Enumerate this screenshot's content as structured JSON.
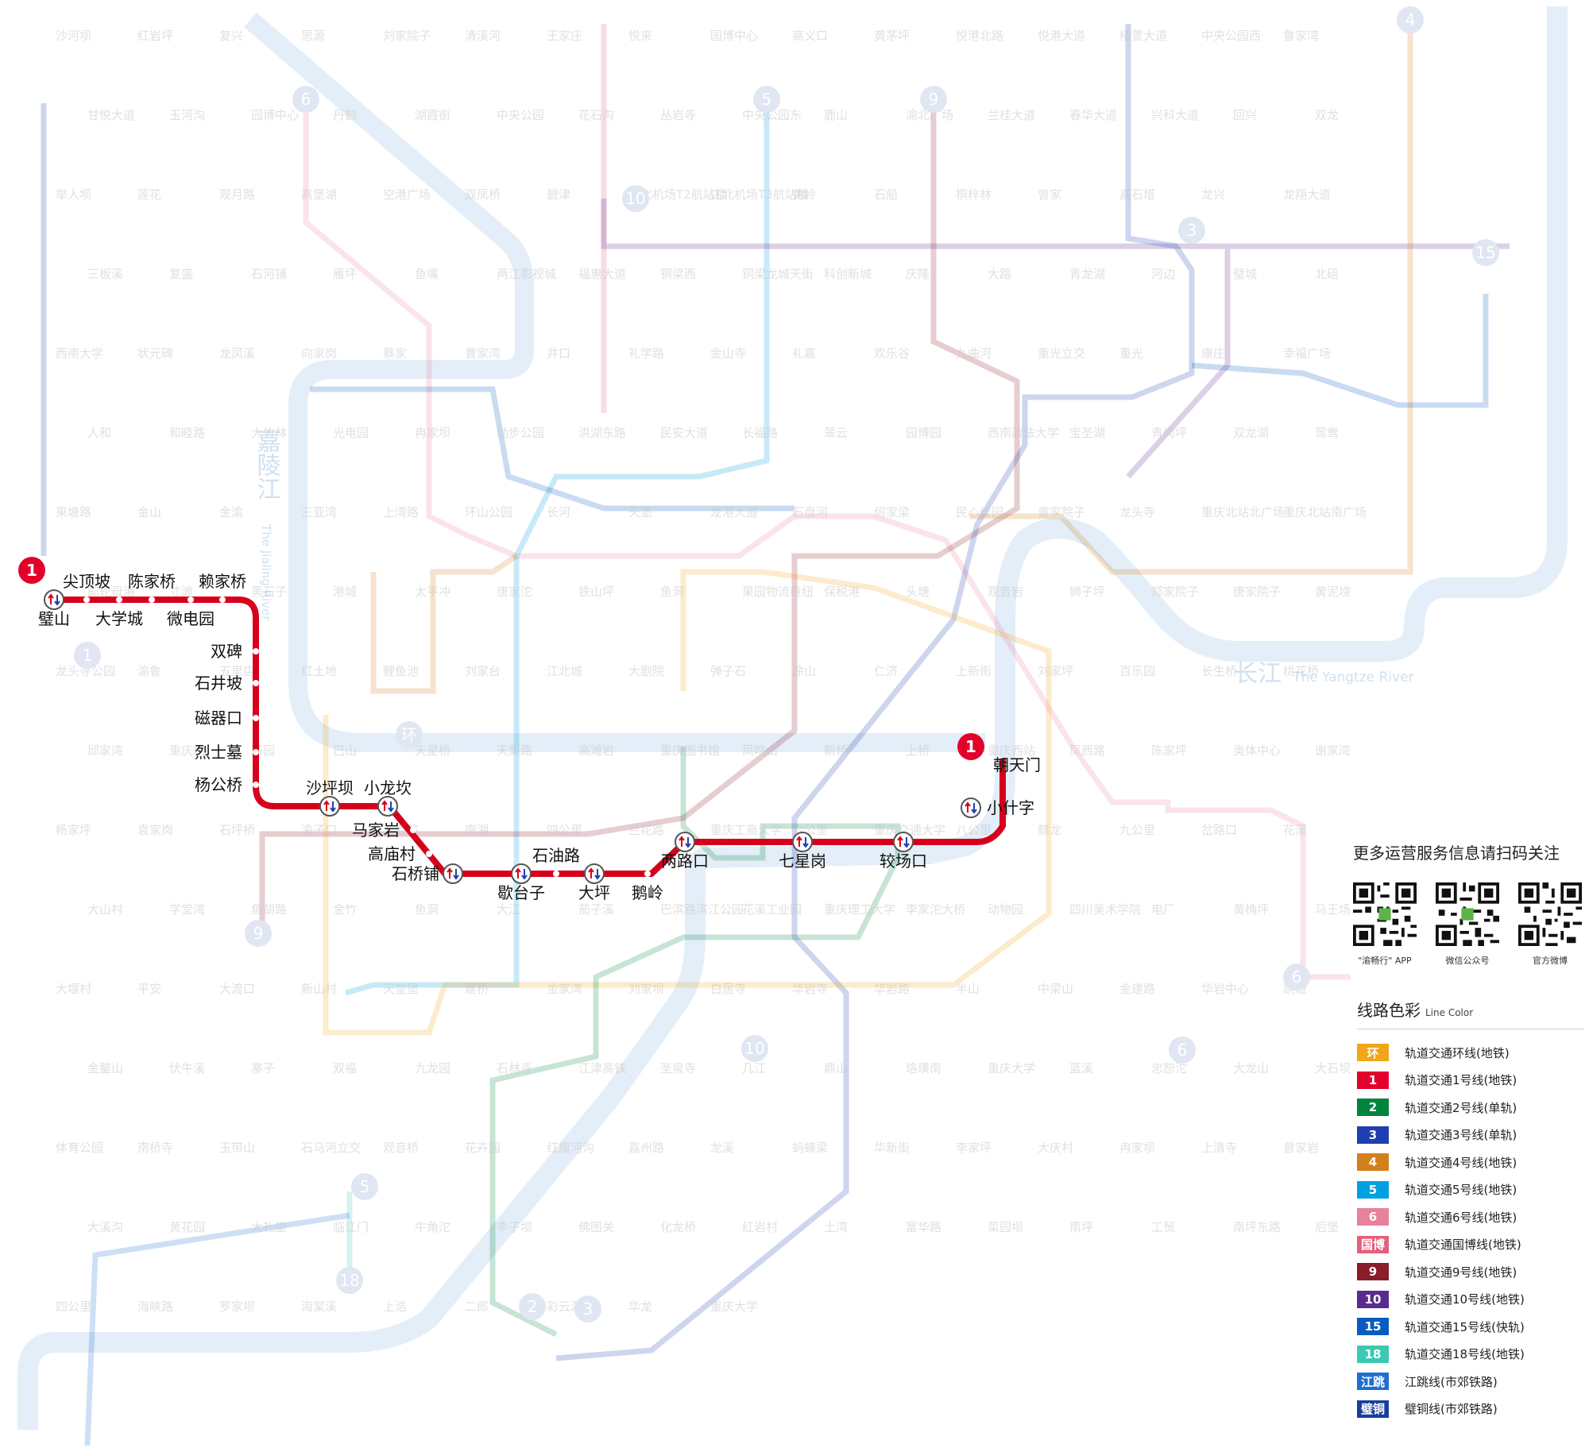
{
  "active_line": {
    "badge": "1",
    "color": "#d7001b",
    "stations": [
      {
        "name": "璧山",
        "transfer": true
      },
      {
        "name": "尖顶坡"
      },
      {
        "name": "大学城"
      },
      {
        "name": "陈家桥"
      },
      {
        "name": "微电园"
      },
      {
        "name": "赖家桥"
      },
      {
        "name": "双碑"
      },
      {
        "name": "石井坡"
      },
      {
        "name": "磁器口"
      },
      {
        "name": "烈士墓"
      },
      {
        "name": "杨公桥"
      },
      {
        "name": "沙坪坝",
        "transfer": true
      },
      {
        "name": "小龙坎",
        "transfer": true
      },
      {
        "name": "马家岩"
      },
      {
        "name": "高庙村"
      },
      {
        "name": "石桥铺",
        "transfer": true
      },
      {
        "name": "歇台子",
        "transfer": true
      },
      {
        "name": "石油路"
      },
      {
        "name": "大坪",
        "transfer": true
      },
      {
        "name": "鹅岭"
      },
      {
        "name": "两路口",
        "transfer": true
      },
      {
        "name": "七星岗",
        "transfer": true
      },
      {
        "name": "较场口",
        "transfer": true
      },
      {
        "name": "小什字",
        "transfer": true
      },
      {
        "name": "朝天门"
      }
    ]
  },
  "rivers": {
    "jialing_cn": "嘉陵江",
    "jialing_en": "The Jialing River",
    "yangtze_cn": "长江",
    "yangtze_en": "The Yangtze River"
  },
  "faded_badges": [
    "6",
    "5",
    "9",
    "4",
    "15",
    "3",
    "10",
    "环",
    "18",
    "2",
    "3",
    "6",
    "9",
    "10",
    "5",
    "6",
    "1"
  ],
  "faded_labels": [
    "沙河坝",
    "红岩坪",
    "复兴",
    "思源",
    "刘家院子",
    "清溪河",
    "王家庄",
    "悦来",
    "国博中心",
    "高义口",
    "黄茅坪",
    "悦港北路",
    "悦港大道",
    "椿萱大道",
    "中央公园西",
    "鲁家湾",
    "甘悦大道",
    "玉河沟",
    "园博中心",
    "丹鹤",
    "湖霞街",
    "中央公园",
    "花石沟",
    "丛岩寺",
    "中央公园东",
    "鹿山",
    "渝北广场",
    "兰桂大道",
    "春华大道",
    "兴科大道",
    "回兴",
    "双龙",
    "举人坝",
    "莲花",
    "观月路",
    "高堡湖",
    "空港广场",
    "双凤桥",
    "碧津",
    "江北机场T2航站楼",
    "江北机场T3航站楼",
    "黄岭",
    "石船",
    "桐梓林",
    "曾家",
    "高石塔",
    "龙兴",
    "龙翔大道",
    "三板溪",
    "复盛",
    "石河铺",
    "雁坪",
    "鱼嘴",
    "两江影视城",
    "福惠大道",
    "铜梁西",
    "铜梁龙城天街",
    "科创新城",
    "庆隆",
    "大路",
    "青龙湖",
    "河边",
    "璧城",
    "北碚",
    "西南大学",
    "状元碑",
    "龙凤溪",
    "向家岗",
    "蔡家",
    "曹家湾",
    "井口",
    "礼学路",
    "金山寺",
    "礼嘉",
    "欢乐谷",
    "九曲河",
    "重光立交",
    "重光",
    "康庄",
    "幸福广场",
    "人和",
    "和睦路",
    "大竹林",
    "光电园",
    "冉家坝",
    "动步公园",
    "洪湖东路",
    "民安大道",
    "长福路",
    "翠云",
    "园博园",
    "西南政法大学",
    "宝圣湖",
    "青岗坪",
    "双龙湖",
    "鸳鸯",
    "果塘路",
    "金山",
    "金渝",
    "三亚湾",
    "上湾路",
    "环山公园",
    "长河",
    "天堡",
    "龙港大道",
    "石盘河",
    "何家梁",
    "民心佳园",
    "童家院子",
    "龙头寺",
    "重庆北站北广场",
    "重庆北站南广场",
    "邮轮母港",
    "寸滩",
    "黑石子",
    "港城",
    "太平冲",
    "唐家沱",
    "铁山坪",
    "鱼洞",
    "果园物流枢纽",
    "保税港",
    "头塘",
    "观音岩",
    "狮子坪",
    "郑家院子",
    "唐家院子",
    "黄泥塝",
    "龙头寺公园",
    "渝鲁",
    "五里店",
    "红土地",
    "鲤鱼池",
    "刘家台",
    "江北城",
    "大剧院",
    "弹子石",
    "涂山",
    "仁济",
    "上新街",
    "刘家坪",
    "百乐园",
    "长生桥",
    "桃花桥",
    "邱家湾",
    "重庆站",
    "茶园",
    "巴山",
    "天星桥",
    "天梨路",
    "高滩岩",
    "重庆图书馆",
    "凤鸣山",
    "新桥",
    "上桥",
    "重庆西站",
    "凤西路",
    "陈家坪",
    "奥体中心",
    "谢家湾",
    "杨家坪",
    "袁家岗",
    "石坪桥",
    "渝子口",
    "万寿路",
    "南湖",
    "四公里",
    "兰花路",
    "重庆工商大学",
    "六公里",
    "重庆交通大学",
    "八公里",
    "麒龙",
    "九公里",
    "岔路口",
    "花溪",
    "大山村",
    "学堂湾",
    "鱼胡路",
    "金竹",
    "鱼洞",
    "大江",
    "茄子溪",
    "巴滨路滨江公园",
    "花溪工业园",
    "重庆理工大学",
    "李家沱大桥",
    "动物园",
    "四川美术学院",
    "电厂",
    "黄桷坪",
    "马王场",
    "大堰村",
    "平安",
    "大渡口",
    "新山村",
    "天堂堡",
    "建桥",
    "金家湾",
    "刘家坝",
    "白居寺",
    "华岩寺",
    "华岩路",
    "半山",
    "中梁山",
    "金建路",
    "华岩中心",
    "跳磴",
    "金鳌山",
    "伏牛溪",
    "寨子",
    "双福",
    "九龙园",
    "石林寺",
    "江津高铁",
    "圣泉寺",
    "几江",
    "鼎山",
    "珞璜南",
    "重庆大学",
    "蓝溪",
    "忠恕沱",
    "大龙山",
    "大石坝",
    "体育公园",
    "南桥寺",
    "玉带山",
    "石马河立交",
    "观音桥",
    "花卉园",
    "红旗河沟",
    "嘉州路",
    "龙溪",
    "蚂蟥梁",
    "华新街",
    "李家坪",
    "大庆村",
    "冉家坝",
    "上清寺",
    "曾家岩",
    "大溪沟",
    "黄花园",
    "大礼堂",
    "临江门",
    "牛角沱",
    "李子坝",
    "佛图关",
    "化龙桥",
    "红岩村",
    "土湾",
    "富华路",
    "菜园坝",
    "南坪",
    "工贸",
    "南坪东路",
    "后堡",
    "四公里",
    "海峡路",
    "罗家坝",
    "海棠溪",
    "上浩",
    "二郎",
    "彩云湖",
    "华龙",
    "重庆大学"
  ],
  "qr_panel": {
    "title": "更多运营服务信息请扫码关注",
    "items": [
      {
        "caption": "\"渝畅行\" APP"
      },
      {
        "caption": "微信公众号"
      },
      {
        "caption": "官方微博"
      }
    ]
  },
  "legend": {
    "title": "线路色彩",
    "subtitle": "Line Color",
    "items": [
      {
        "badge": "环",
        "label": "轨道交通环线(地铁)",
        "color": "#f0a617"
      },
      {
        "badge": "1",
        "label": "轨道交通1号线(地铁)",
        "color": "#e4002b"
      },
      {
        "badge": "2",
        "label": "轨道交通2号线(单轨)",
        "color": "#00843d"
      },
      {
        "badge": "3",
        "label": "轨道交通3号线(单轨)",
        "color": "#1f3fb0"
      },
      {
        "badge": "4",
        "label": "轨道交通4号线(地铁)",
        "color": "#d2801c"
      },
      {
        "badge": "5",
        "label": "轨道交通5号线(地铁)",
        "color": "#00a0e0"
      },
      {
        "badge": "6",
        "label": "轨道交通6号线(地铁)",
        "color": "#e8829a"
      },
      {
        "badge": "国博",
        "label": "轨道交通国博线(地铁)",
        "color": "#e5607a"
      },
      {
        "badge": "9",
        "label": "轨道交通9号线(地铁)",
        "color": "#8b1c2a"
      },
      {
        "badge": "10",
        "label": "轨道交通10号线(地铁)",
        "color": "#5a2b8f"
      },
      {
        "badge": "15",
        "label": "轨道交通15号线(快轨)",
        "color": "#0a5bc0"
      },
      {
        "badge": "18",
        "label": "轨道交通18号线(地铁)",
        "color": "#3cc8b4"
      },
      {
        "badge": "江跳",
        "label": "江跳线(市郊铁路)",
        "color": "#1f6fd0"
      },
      {
        "badge": "璧铜",
        "label": "璧铜线(市郊铁路)",
        "color": "#173f9c"
      }
    ]
  }
}
